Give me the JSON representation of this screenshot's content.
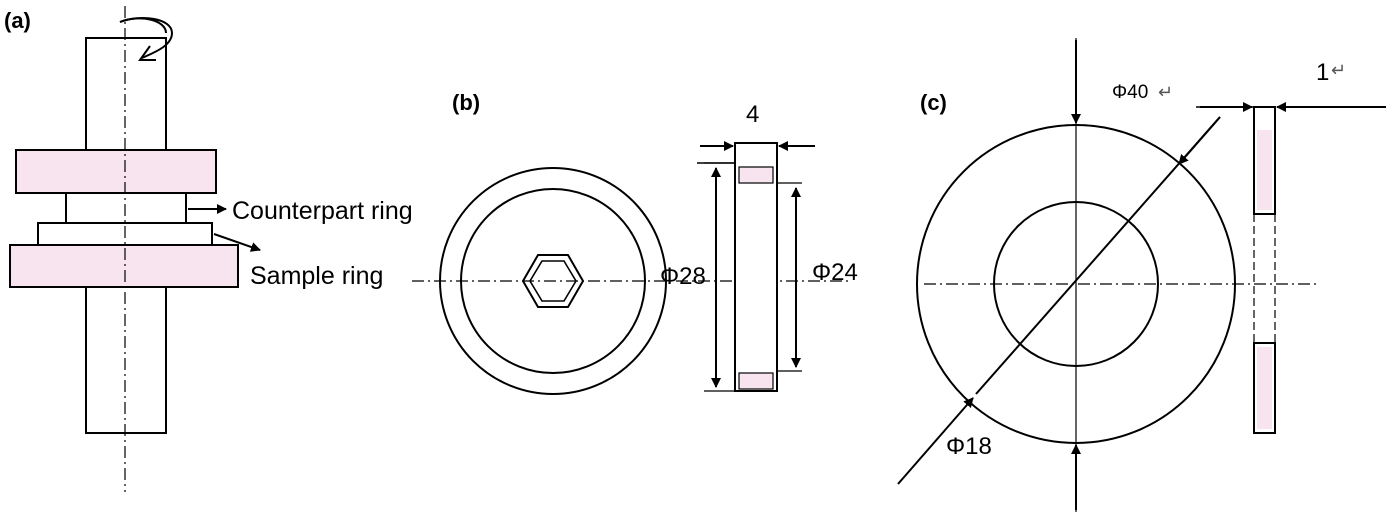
{
  "panels": {
    "a": "(a)",
    "b": "(b)",
    "c": "(c)"
  },
  "labels": {
    "counterpart_ring": "Counterpart ring",
    "sample_ring": "Sample ring"
  },
  "dimensions_b": {
    "thickness": "4",
    "outer": "Φ28",
    "inner": "Φ24"
  },
  "dimensions_c": {
    "outer": "Φ40",
    "outer_mark": "↵",
    "inner": "Φ18",
    "thickness": "1",
    "thickness_mark": "↵"
  },
  "colors": {
    "ring_fill": "#f7e4ef",
    "stroke": "#000000"
  }
}
